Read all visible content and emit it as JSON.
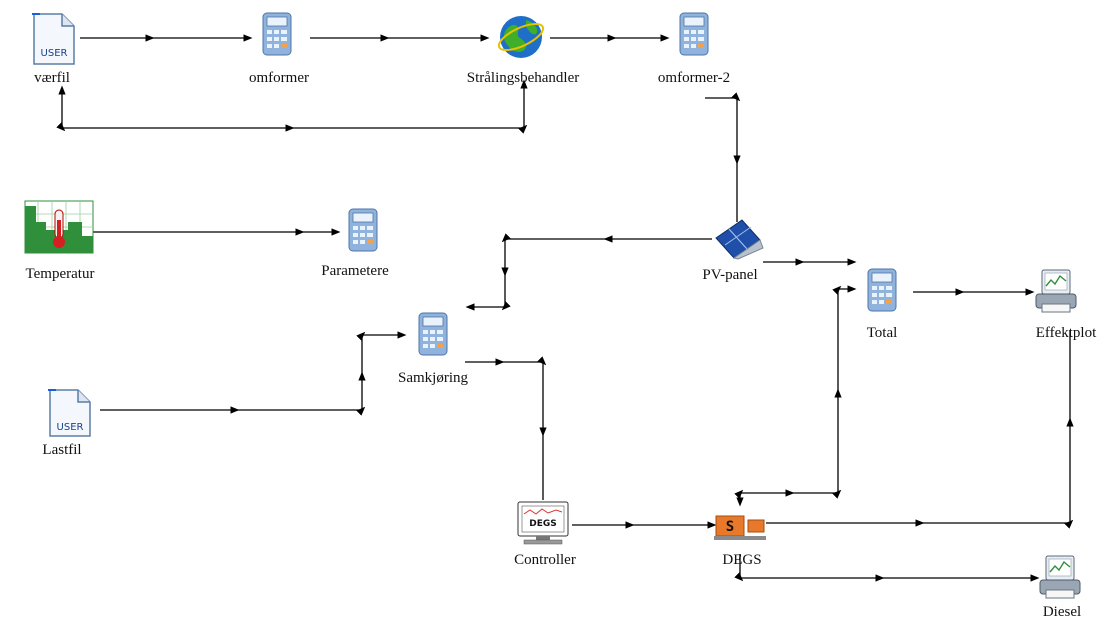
{
  "components": {
    "vaerfil": {
      "label": "værfil",
      "icon": "user-file-icon",
      "icon_text": "USER"
    },
    "omformer": {
      "label": "omformer",
      "icon": "calculator-icon"
    },
    "stralingsbehandler": {
      "label": "Strålingsbehandler",
      "icon": "globe-icon"
    },
    "omformer2": {
      "label": "omformer-2",
      "icon": "calculator-icon"
    },
    "temperatur": {
      "label": "Temperatur",
      "icon": "thermometer-chart-icon"
    },
    "parametere": {
      "label": "Parametere",
      "icon": "calculator-icon"
    },
    "pvpanel": {
      "label": "PV-panel",
      "icon": "solar-panel-icon"
    },
    "total": {
      "label": "Total",
      "icon": "calculator-icon"
    },
    "effektplot": {
      "label": "Effektplot",
      "icon": "printer-plot-icon"
    },
    "samkjoring": {
      "label": "Samkjøring",
      "icon": "calculator-icon"
    },
    "lastfil": {
      "label": "Lastfil",
      "icon": "user-file-icon",
      "icon_text": "USER"
    },
    "controller": {
      "label": "Controller",
      "icon": "degs-monitor-icon",
      "icon_text": "DEGS"
    },
    "degs": {
      "label": "DEGS",
      "icon": "diesel-generator-icon",
      "icon_text": "S"
    },
    "diesel": {
      "label": "Diesel",
      "icon": "printer-plot-icon"
    }
  },
  "connections": [
    {
      "from": "værfil",
      "to": "omformer"
    },
    {
      "from": "omformer",
      "to": "Strålingsbehandler"
    },
    {
      "from": "Strålingsbehandler",
      "to": "omformer-2"
    },
    {
      "from": "værfil",
      "to": "Strålingsbehandler"
    },
    {
      "from": "omformer-2",
      "to": "PV-panel"
    },
    {
      "from": "Temperatur",
      "to": "Parametere"
    },
    {
      "from": "PV-panel",
      "to": "Samkjøring"
    },
    {
      "from": "PV-panel",
      "to": "Total"
    },
    {
      "from": "Total",
      "to": "Effektplot"
    },
    {
      "from": "Lastfil",
      "to": "Samkjøring"
    },
    {
      "from": "Samkjøring",
      "to": "Controller"
    },
    {
      "from": "Controller",
      "to": "DEGS"
    },
    {
      "from": "DEGS",
      "to": "Total"
    },
    {
      "from": "DEGS",
      "to": "Effektplot"
    },
    {
      "from": "DEGS",
      "to": "Diesel"
    }
  ],
  "colors": {
    "wire": "#000000",
    "calculator_body": "#8fb3dd",
    "globe_blue": "#1f6fc9",
    "globe_green": "#3fae2a",
    "thermo_green": "#2f8f3a",
    "solar_blue": "#1f4fa8",
    "degs_orange": "#e8782a"
  }
}
